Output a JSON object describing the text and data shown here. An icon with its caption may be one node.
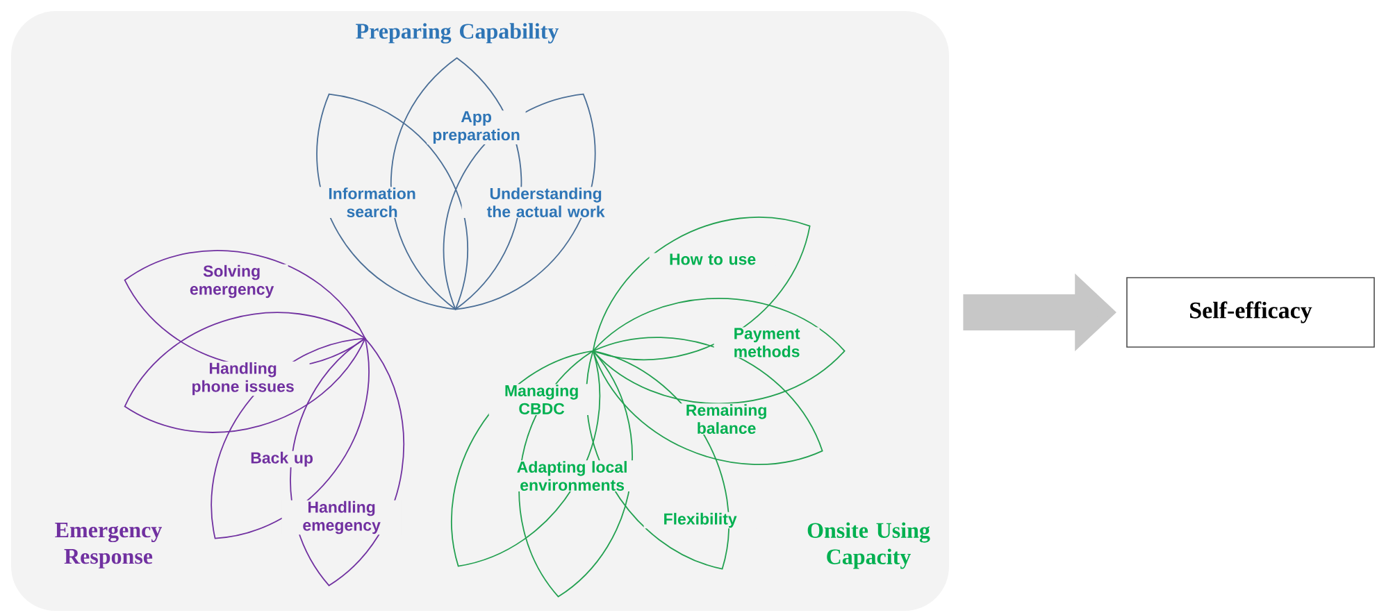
{
  "diagram": {
    "nodes": [
      {
        "text": [],
        "shape": "box"
      },
      {
        "text": [
          "App preparation"
        ],
        "in": 0
      },
      {
        "text": [
          "Information search"
        ],
        "in": 0
      },
      {
        "text": [
          "Understanding the actual work"
        ],
        "in": 0
      },
      {
        "text": [
          "Solving emergency"
        ],
        "in": 0
      },
      {
        "text": [
          "Handling phone issues"
        ],
        "in": 0
      },
      {
        "text": [
          "Back up"
        ],
        "in": 0
      },
      {
        "text": [
          "Handling emegency"
        ],
        "in": 0
      },
      {
        "text": [
          "How to use"
        ],
        "in": 0
      },
      {
        "text": [
          "Payment methods"
        ],
        "in": 0
      },
      {
        "text": [
          "Remaining balance"
        ],
        "in": 0
      },
      {
        "text": [
          "Managing CBDC"
        ],
        "in": 0
      },
      {
        "text": [
          "Adapting local environments"
        ],
        "in": 0
      },
      {
        "text": [
          "Flexibility"
        ],
        "in": 0
      },
      {
        "text": [
          "Self-efficacy"
        ]
      }
    ],
    "edges": [
      {
        "from": 0,
        "to": 14,
        "arrow": "to"
      }
    ],
    "labels": [
      "Preparing Capability",
      "Emergency Response",
      "Onsite Using Capacity"
    ]
  }
}
